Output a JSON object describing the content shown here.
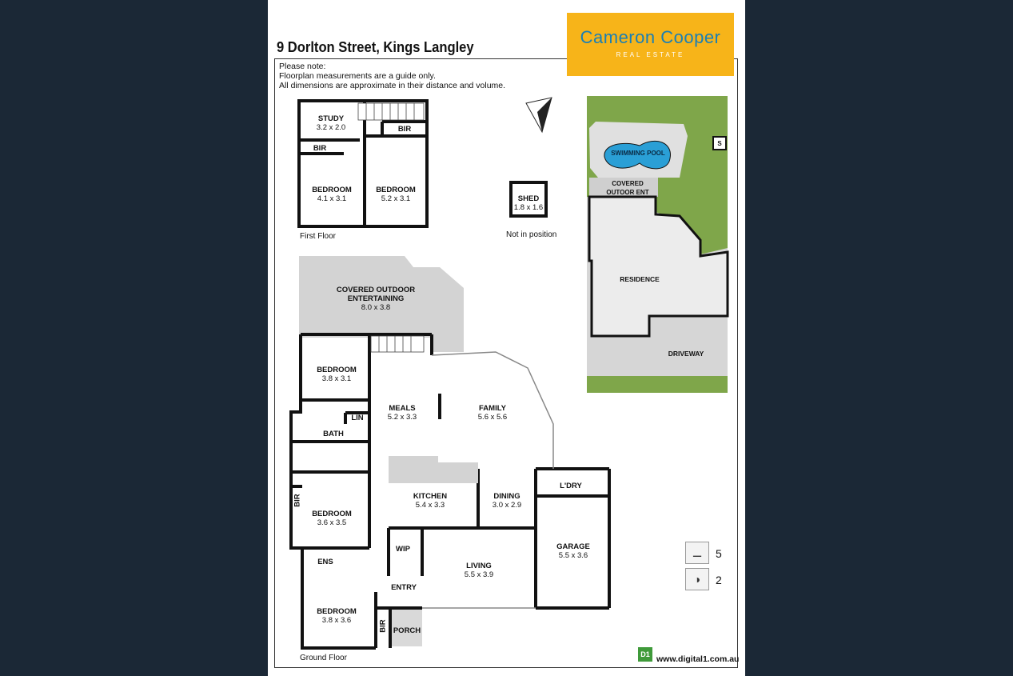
{
  "header": {
    "address": "9 Dorlton Street, Kings Langley"
  },
  "logo": {
    "name": "Cameron Cooper",
    "tagline": "REAL ESTATE"
  },
  "notes": [
    "Please note:",
    "Floorplan measurements are a guide only.",
    "All dimensions are approximate in their distance and volume."
  ],
  "first_floor": {
    "caption": "First Floor",
    "rooms": {
      "study": {
        "name": "STUDY",
        "size": "3.2 x 2.0"
      },
      "bir_a": {
        "name": "BIR"
      },
      "bir_b": {
        "name": "BIR"
      },
      "bedroom_a": {
        "name": "BEDROOM",
        "size": "4.1 x 3.1"
      },
      "bedroom_b": {
        "name": "BEDROOM",
        "size": "5.2 x 3.1"
      }
    }
  },
  "shed": {
    "name": "SHED",
    "size": "1.8 x 1.6",
    "note": "Not in position"
  },
  "site_plan": {
    "pool": "SWIMMING POOL",
    "covered": [
      "COVERED",
      "OUTOOR ENT"
    ],
    "residence": "RESIDENCE",
    "driveway": "DRIVEWAY",
    "s": "S"
  },
  "ground_floor": {
    "caption": "Ground Floor",
    "rooms": {
      "covered_outdoor": {
        "name1": "COVERED OUTDOOR",
        "name2": "ENTERTAINING",
        "size": "8.0 x 3.8"
      },
      "bedroom_1": {
        "name": "BEDROOM",
        "size": "3.8 x 3.1"
      },
      "meals": {
        "name": "MEALS",
        "size": "5.2 x 3.3"
      },
      "family": {
        "name": "FAMILY",
        "size": "5.6 x 5.6"
      },
      "lin": {
        "name": "LIN"
      },
      "bath": {
        "name": "BATH"
      },
      "kitchen": {
        "name": "KITCHEN",
        "size": "5.4 x 3.3"
      },
      "dining": {
        "name": "DINING",
        "size": "3.0 x 2.9"
      },
      "ldry": {
        "name": "L'DRY"
      },
      "bir_1": {
        "name": "BIR"
      },
      "bedroom_2": {
        "name": "BEDROOM",
        "size": "3.6 x 3.5"
      },
      "garage": {
        "name": "GARAGE",
        "size": "5.5 x 3.6"
      },
      "wip": {
        "name": "WIP"
      },
      "living": {
        "name": "LIVING",
        "size": "5.5 x 3.9"
      },
      "ens": {
        "name": "ENS"
      },
      "entry": {
        "name": "ENTRY"
      },
      "bedroom_3": {
        "name": "BEDROOM",
        "size": "3.8 x 3.6"
      },
      "bir_2": {
        "name": "BIR"
      },
      "porch": {
        "name": "PORCH"
      }
    }
  },
  "legend": {
    "bedrooms": "5",
    "bathrooms": "2"
  },
  "footer": {
    "badge": "D1",
    "website": "www.digital1.com.au"
  }
}
